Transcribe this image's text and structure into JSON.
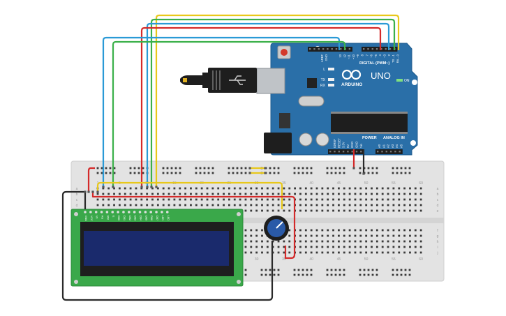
{
  "arduino": {
    "model": "UNO",
    "brand": "ARDUINO",
    "digital_label": "DIGITAL (PWM~)",
    "on_label": "ON",
    "led_labels": [
      "L",
      "TX",
      "RX"
    ],
    "power_label": "POWER",
    "analog_label": "ANALOG IN",
    "aref_label": "AREF",
    "gnd_label": "GND",
    "digital_pins": [
      "13",
      "12",
      "~11",
      "~10",
      "~9",
      "8",
      "7",
      "~6",
      "~5",
      "4",
      "~3",
      "2",
      "TX→1",
      "RX←0"
    ],
    "power_pins": [
      "IOREF",
      "RESET",
      "3.3V",
      "5V",
      "GND",
      "GND",
      "Vin"
    ],
    "analog_pins": [
      "A0",
      "A1",
      "A2",
      "A3",
      "A4",
      "A5"
    ]
  },
  "breadboard": {
    "column_numbers": [
      "1",
      "5",
      "10",
      "15",
      "20",
      "25",
      "30",
      "35",
      "40",
      "45",
      "50",
      "55",
      "60"
    ],
    "row_letters_top": [
      "a",
      "b",
      "c",
      "d",
      "e"
    ],
    "row_letters_bottom": [
      "f",
      "g",
      "h",
      "i",
      "j"
    ]
  },
  "lcd": {
    "pin_labels": [
      "GND",
      "VCC",
      "V0",
      "RS",
      "RW",
      "E",
      "DB0",
      "DB1",
      "DB2",
      "DB3",
      "DB4",
      "DB5",
      "DB6",
      "DB7",
      "LED",
      "LED"
    ]
  },
  "colors": {
    "arduino_board": "#2a6fa8",
    "breadboard": "#e3e3e3",
    "lcd_pcb": "#3aa84a",
    "lcd_screen": "#1a2a6c",
    "wire_red": "#d42a2a",
    "wire_yellow": "#e8c81a",
    "wire_blue": "#2a9ad6",
    "wire_green": "#3bb04a",
    "wire_black": "#2a2a2a"
  },
  "icons": [
    "infinity-logo-icon",
    "usb-cable-icon",
    "potentiometer-icon",
    "reset-button-icon"
  ]
}
